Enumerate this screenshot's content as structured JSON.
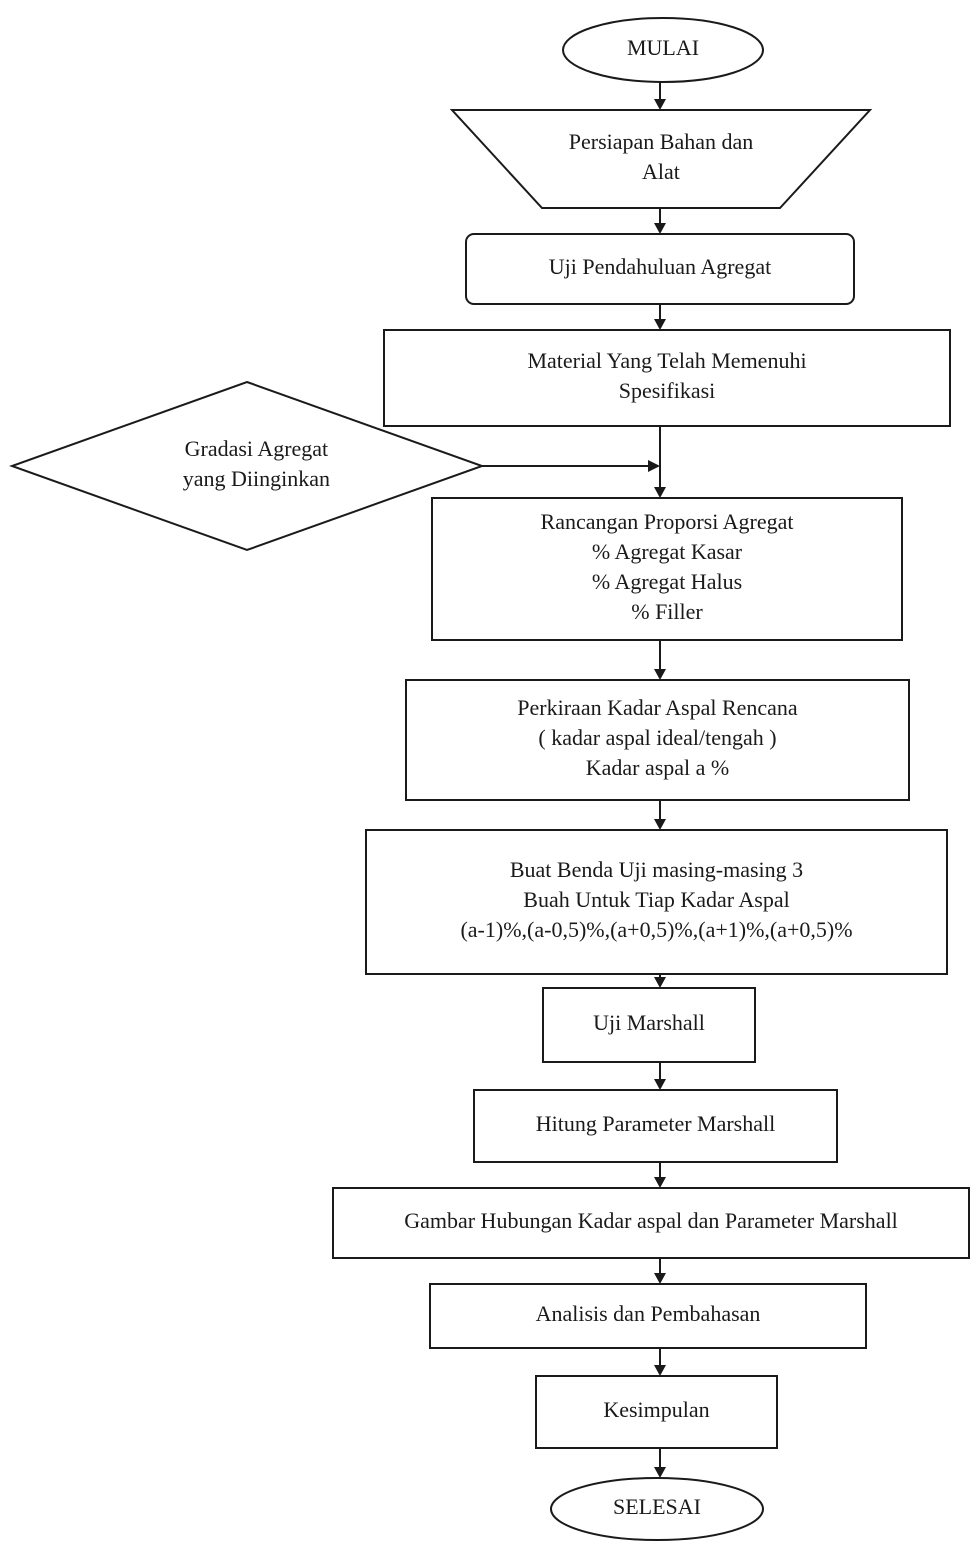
{
  "flowchart": {
    "nodes": [
      {
        "id": "mulai",
        "shape": "terminator",
        "lines": [
          "MULAI"
        ]
      },
      {
        "id": "persiapan",
        "shape": "manual-input",
        "lines": [
          "Persiapan Bahan dan",
          "Alat"
        ]
      },
      {
        "id": "uji-pendahuluan",
        "shape": "rounded-rect",
        "lines": [
          "Uji Pendahuluan Agregat"
        ]
      },
      {
        "id": "material",
        "shape": "rect",
        "lines": [
          "Material Yang Telah Memenuhi",
          "Spesifikasi"
        ]
      },
      {
        "id": "gradasi",
        "shape": "diamond",
        "lines": [
          "Gradasi Agregat",
          "yang Diinginkan"
        ]
      },
      {
        "id": "rancangan",
        "shape": "rect",
        "lines": [
          "Rancangan Proporsi Agregat",
          "% Agregat Kasar",
          "% Agregat Halus",
          "% Filler"
        ]
      },
      {
        "id": "perkiraan",
        "shape": "rect",
        "lines": [
          "Perkiraan Kadar Aspal Rencana",
          "( kadar aspal ideal/tengah )",
          "Kadar aspal a %"
        ]
      },
      {
        "id": "benda-uji",
        "shape": "rect",
        "lines": [
          "Buat Benda Uji masing-masing 3",
          "Buah Untuk Tiap Kadar Aspal",
          "(a-1)%,(a-0,5)%,(a+0,5)%,(a+1)%,(a+0,5)%"
        ]
      },
      {
        "id": "uji-marshall",
        "shape": "rect",
        "lines": [
          "Uji Marshall"
        ]
      },
      {
        "id": "hitung",
        "shape": "rect",
        "lines": [
          "Hitung Parameter Marshall"
        ]
      },
      {
        "id": "gambar",
        "shape": "rect",
        "lines": [
          "Gambar Hubungan Kadar aspal dan Parameter Marshall"
        ]
      },
      {
        "id": "analisis",
        "shape": "rect",
        "lines": [
          "Analisis dan Pembahasan"
        ]
      },
      {
        "id": "kesimpulan",
        "shape": "rect",
        "lines": [
          "Kesimpulan"
        ]
      },
      {
        "id": "selesai",
        "shape": "terminator",
        "lines": [
          "SELESAI"
        ]
      }
    ],
    "edges": [
      {
        "from": "mulai",
        "to": "persiapan"
      },
      {
        "from": "persiapan",
        "to": "uji-pendahuluan"
      },
      {
        "from": "uji-pendahuluan",
        "to": "material"
      },
      {
        "from": "material",
        "to": "rancangan"
      },
      {
        "from": "gradasi",
        "to": "rancangan"
      },
      {
        "from": "rancangan",
        "to": "perkiraan"
      },
      {
        "from": "perkiraan",
        "to": "benda-uji"
      },
      {
        "from": "benda-uji",
        "to": "uji-marshall"
      },
      {
        "from": "uji-marshall",
        "to": "hitung"
      },
      {
        "from": "hitung",
        "to": "gambar"
      },
      {
        "from": "gambar",
        "to": "analisis"
      },
      {
        "from": "analisis",
        "to": "kesimpulan"
      },
      {
        "from": "kesimpulan",
        "to": "selesai"
      }
    ]
  }
}
